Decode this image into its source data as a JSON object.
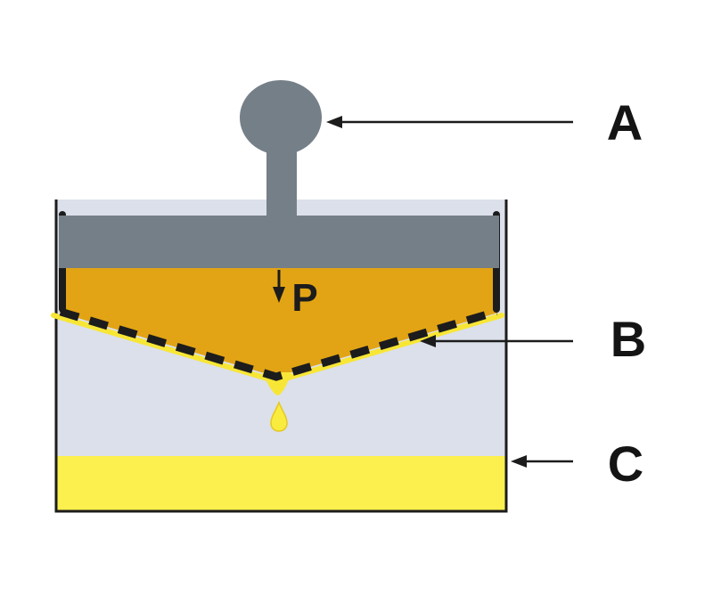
{
  "diagram": {
    "labels": {
      "a": "A",
      "b": "B",
      "c": "C",
      "pressure": "P"
    },
    "colors": {
      "piston_gray": "#757F88",
      "pulp_orange": "#E2A414",
      "vessel_fluid": "#DBE0EA",
      "filtrate_yellow": "#FBF04E",
      "film_yellow": "#F8E636",
      "drop_fill": "#FAEC3F",
      "drop_outline": "#E6C81E",
      "ink": "#1C1C1C",
      "background": "#FFFFFF"
    }
  }
}
